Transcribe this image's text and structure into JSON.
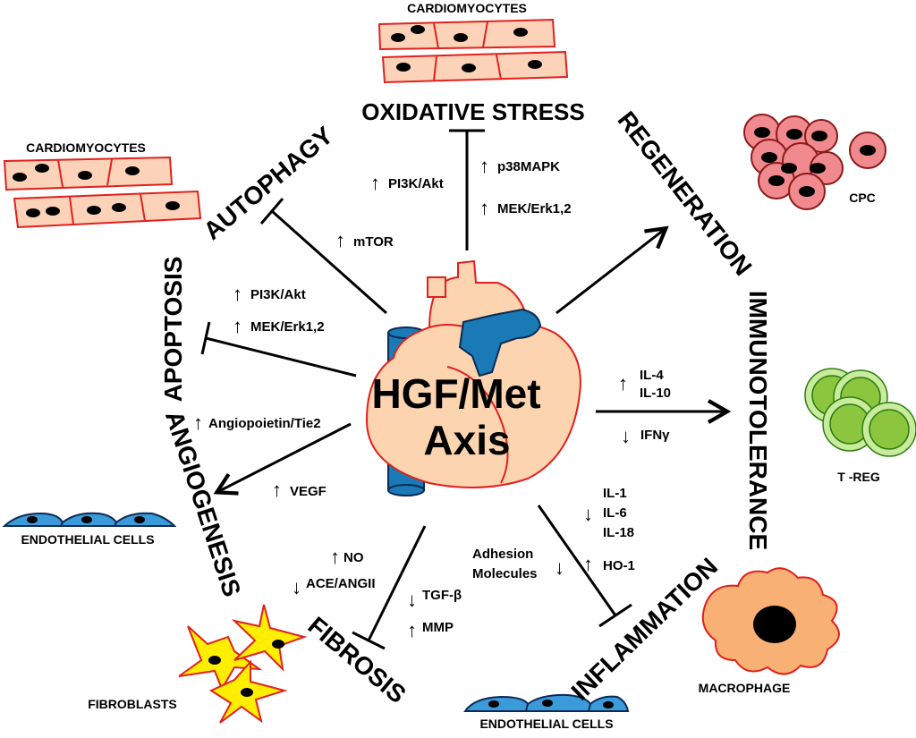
{
  "center": {
    "line1": "HGF/Met",
    "line2": "Axis"
  },
  "processes": {
    "oxidative_stress": "OXIDATIVE STRESS",
    "autophagy": "AUTOPHAGY",
    "apoptosis": "APOPTOSIS",
    "angiogenesis": "ANGIOGENESIS",
    "fibrosis": "FIBROSIS",
    "inflammation": "INFLAMMATION",
    "immunotolerance": "IMMUNOTOLERANCE",
    "regeneration": "REGENERATION"
  },
  "cells": {
    "cardiomyocytes_top": "CARDIOMYOCYTES",
    "cardiomyocytes_left": "CARDIOMYOCYTES",
    "cpc": "CPC",
    "treg": "T -REG",
    "endothelial_left": "ENDOTHELIAL CELLS",
    "endothelial_bottom": "ENDOTHELIAL CELLS",
    "fibroblasts": "FIBROBLASTS",
    "macrophage": "MACROPHAGE"
  },
  "mediators": {
    "ox_pi3k": "PI3K/Akt",
    "ox_p38": "p38MAPK",
    "ox_mek": "MEK/Erk1,2",
    "auto_mtor": "mTOR",
    "apo_pi3k": "PI3K/Akt",
    "apo_mek": "MEK/Erk1,2",
    "ang_tie2": "Angiopoietin/Tie2",
    "ang_vegf": "VEGF",
    "imm_il4": "IL-4",
    "imm_il10": "IL-10",
    "imm_ifn": "IFNγ",
    "inf_il1": "IL-1",
    "inf_il6": "IL-6",
    "inf_il18": "IL-18",
    "inf_adhesion1": "Adhesion",
    "inf_adhesion2": "Molecules",
    "inf_ho1": "HO-1",
    "fib_no": "NO",
    "fib_ace": "ACE/ANGII",
    "fib_tgf": "TGF-β",
    "fib_mmp": "MMP"
  },
  "colors": {
    "heart_fill": "#fcd5b0",
    "heart_stroke": "#e0201e",
    "vessel_blue": "#1a7ab5",
    "cardiomyocyte_fill": "#fcd3b8",
    "cpc_fill": "#f08a8e",
    "treg_outer": "#c8ec9c",
    "treg_inner": "#8cc63f",
    "endothelial_fill": "#3b9ad9",
    "fibroblast_fill": "#ffee00",
    "macrophage_fill": "#f8b074"
  }
}
